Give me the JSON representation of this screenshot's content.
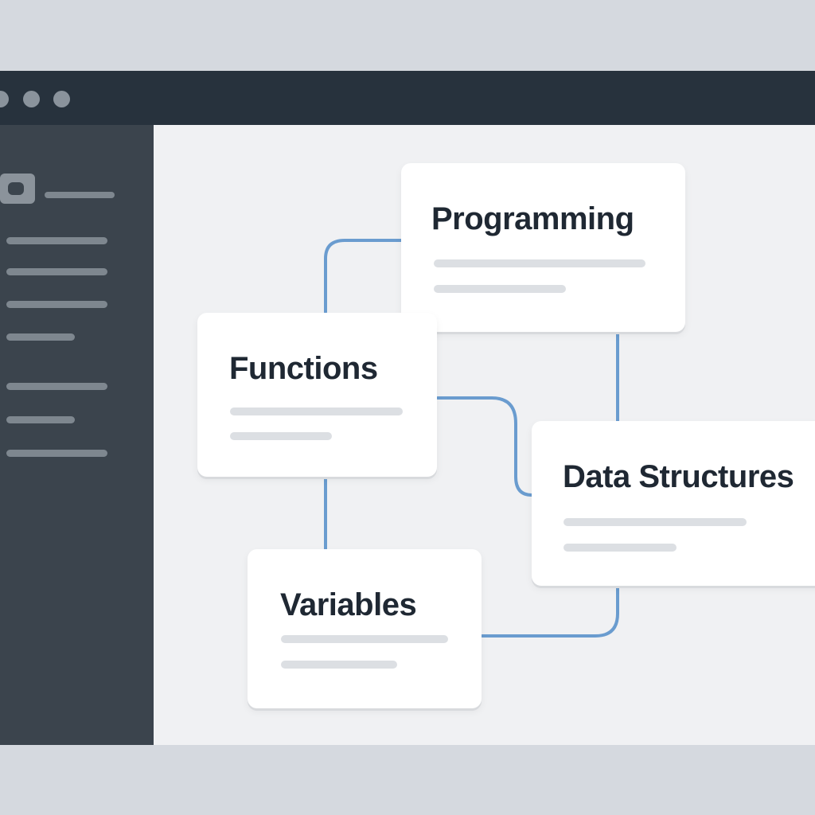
{
  "window": {
    "titlebar_dots": [
      "window-dot",
      "window-dot",
      "window-dot"
    ]
  },
  "colors": {
    "titlebar": "#27323d",
    "sidebar": "#3b444d",
    "canvas": "#f0f1f3",
    "connector": "#6a9ccf",
    "card": "#ffffff",
    "title_text": "#1f2833"
  },
  "sidebar": {
    "icon": "app-icon",
    "items": [
      "",
      "",
      "",
      "",
      "",
      "",
      ""
    ]
  },
  "mindmap": {
    "nodes": [
      {
        "id": "programming",
        "title": "Programming"
      },
      {
        "id": "functions",
        "title": "Functions"
      },
      {
        "id": "data-structures",
        "title": "Data Structures"
      },
      {
        "id": "variables",
        "title": "Variables"
      }
    ],
    "links": [
      [
        "functions",
        "programming"
      ],
      [
        "functions",
        "data-structures"
      ],
      [
        "functions",
        "variables"
      ],
      [
        "programming",
        "data-structures"
      ],
      [
        "variables",
        "data-structures"
      ]
    ]
  }
}
